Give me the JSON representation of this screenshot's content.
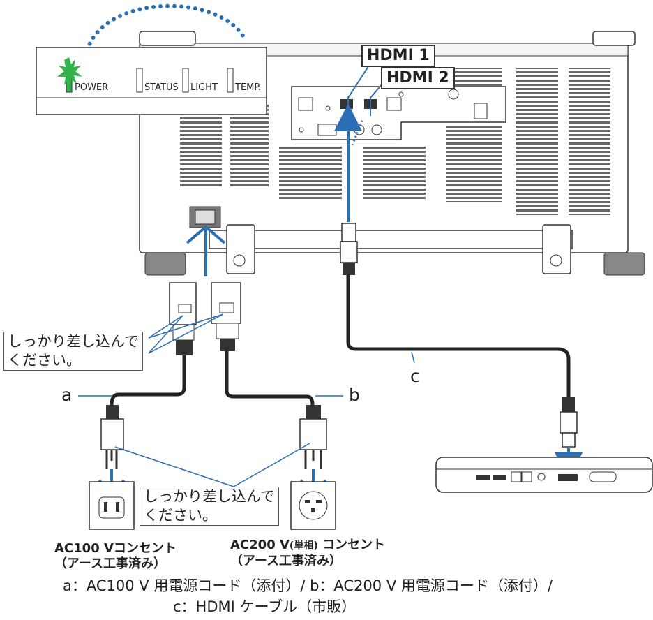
{
  "indicators": {
    "power": "POWER",
    "status": "STATUS",
    "light": "LIGHT",
    "temp": "TEMP."
  },
  "ports": {
    "hdmi1_tag": "HDMI 1",
    "hdmi2_tag": "HDMI 2"
  },
  "callouts": {
    "insert_firmly_top_line1": "しっかり差し込んで",
    "insert_firmly_top_line2": "ください。",
    "insert_firmly_bottom_line1": "しっかり差し込んで",
    "insert_firmly_bottom_line2": "ください。"
  },
  "letters": {
    "a": "a",
    "b": "b",
    "c": "c"
  },
  "outlets": {
    "ac100_line1": "AC100 Vコンセント",
    "ac100_line2": "（アース工事済み）",
    "ac200_line1_a": "AC200 V",
    "ac200_line1_b": "(単相)",
    "ac200_line1_c": " コンセント",
    "ac200_line2": "（アース工事済み）"
  },
  "caption": {
    "line1": "a：AC100 V 用電源コード（添付）/ b：AC200 V 用電源コード（添付）/",
    "line2": "c：HDMI ケーブル（市販）"
  },
  "colors": {
    "accent_blue": "#2a6fb4",
    "power_green": "#2fb34a",
    "line": "#333333"
  }
}
